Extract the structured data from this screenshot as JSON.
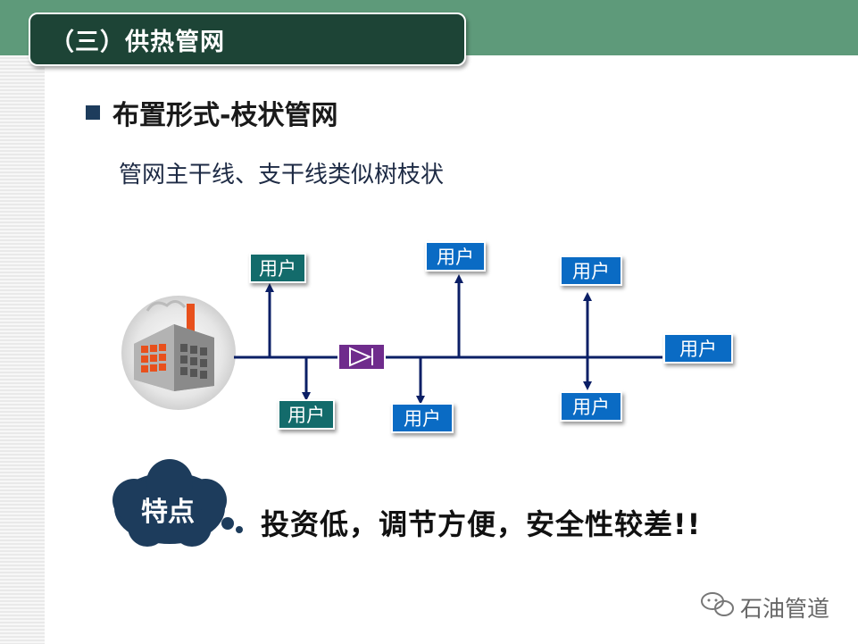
{
  "slide": {
    "title": "（三）供热管网",
    "heading": "布置形式-枝状管网",
    "subtext": "管网主干线、支干线类似树枝状",
    "feature_label": "特点",
    "feature_text": "投资低，调节方便，安全性较差!!",
    "watermark": "石油管道"
  },
  "diagram": {
    "users": [
      {
        "label": "用户"
      },
      {
        "label": "用户"
      },
      {
        "label": "用户"
      },
      {
        "label": "用户"
      },
      {
        "label": "用户"
      },
      {
        "label": "用户"
      },
      {
        "label": "用户"
      }
    ],
    "colors": {
      "pipe": "#0b1f66",
      "valve": "#6f2c8c",
      "teal_box": "#136b6b",
      "blue_box": "#0a6bc4"
    }
  }
}
